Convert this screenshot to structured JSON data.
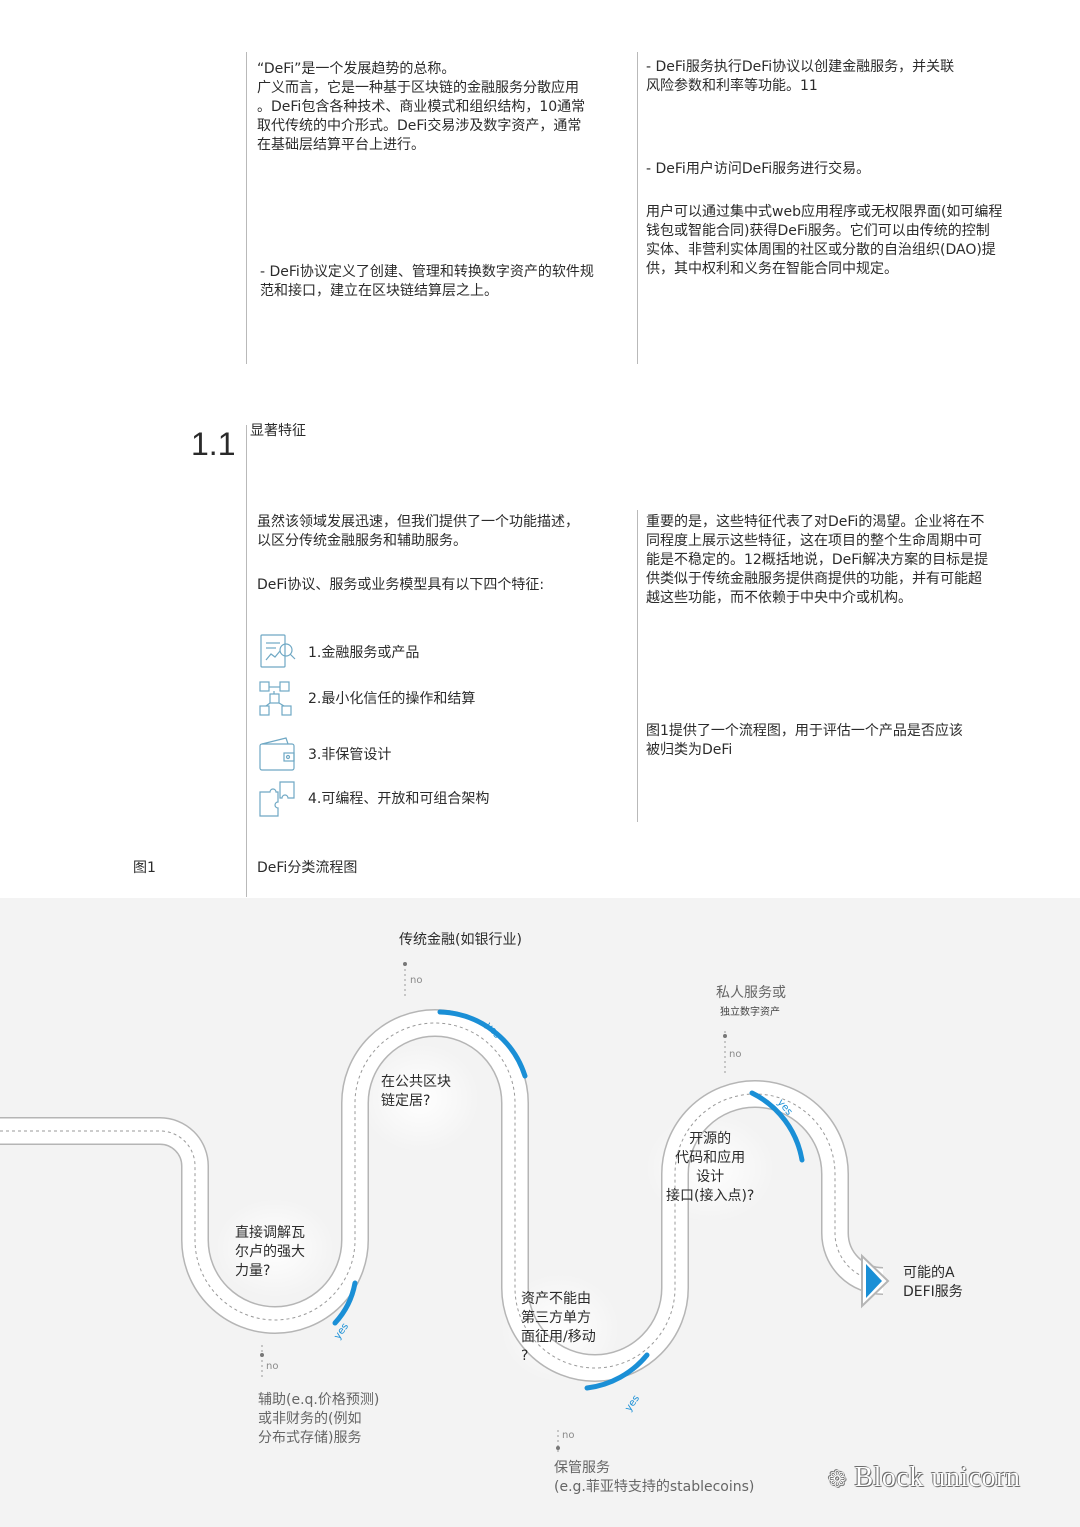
{
  "top": {
    "col1_para1": "“DeFi”是一个发展趋势的总称。\n广义而言，它是一种基于区块链的金融服务分散应用\n。DeFi包含各种技术、商业模式和组织结构，10通常\n取代传统的中介形式。DeFi交易涉及数字资产，通常\n在基础层结算平台上进行。",
    "col1_para2": "- DeFi协议定义了创建、管理和转换数字资产的软件规\n范和接口，建立在区块链结算层之上。",
    "col2_para1": "- DeFi服务执行DeFi协议以创建金融服务，并关联\n风险参数和利率等功能。11",
    "col2_para2": "- DeFi用户访问DeFi服务进行交易。",
    "col2_para3": "用户可以通过集中式web应用程序或无权限界面(如可编程\n钱包或智能合同)获得DeFi服务。它们可以由传统的控制\n实体、非营利实体周围的社区或分散的自治组织(DAO)提\n供，其中权利和义务在智能合同中规定。"
  },
  "section": {
    "number": "1.1",
    "title": "显著特征",
    "col1_para1": "虽然该领域发展迅速，但我们提供了一个功能描述，\n以区分传统金融服务和辅助服务。",
    "col1_para2": "DeFi协议、服务或业务模型具有以下四个特征:",
    "features": [
      {
        "label": "1.金融服务或产品",
        "icon": "finance-document-icon"
      },
      {
        "label": "2.最小化信任的操作和结算",
        "icon": "network-cubes-icon"
      },
      {
        "label": "3.非保管设计",
        "icon": "wallet-icon"
      },
      {
        "label": "4.可编程、开放和可组合架构",
        "icon": "puzzle-icon"
      }
    ],
    "col2_para1": "重要的是，这些特征代表了对DeFi的渴望。企业将在不\n同程度上展示这些特征，这在项目的整个生命周期中可\n能是不稳定的。12概括地说，DeFi解决方案的目标是提\n供类似于传统金融服务提供商提供的功能，并有可能超\n越这些功能，而不依赖于中央中介或机构。",
    "col2_para2": "图1提供了一个流程图，用于评估一个产品是否应该\n被归类为DeFi"
  },
  "figure": {
    "label": "图1",
    "title": "DeFi分类流程图"
  },
  "flow": {
    "q1": "直接调解瓦\n尔卢的强大\n力量?",
    "q2": "在公共区块\n链定居?",
    "q3": "资产不能由\n第三方单方\n面征用/移动\n?",
    "q4": "开源的\n代码和应用\n设计\n接口(接入点)?",
    "end": "可能的A\nDEFI服务",
    "out1": "辅助(e.q.价格预测)\n或非财务的(例如\n分布式存储)服务",
    "out2": "传统金融(如银行业)",
    "out3": "保管服务\n(e.g.菲亚特支持的stablecoins)",
    "out4_line1": "私人服务或",
    "out4_line2": "独立数字资产",
    "yes": "yes",
    "no": "no",
    "colors": {
      "accent": "#1a8fd6",
      "track": "#ffffff",
      "track_outline": "#b5b5b5",
      "background": "#f3f3f3"
    }
  },
  "watermark": "Block unicorn"
}
